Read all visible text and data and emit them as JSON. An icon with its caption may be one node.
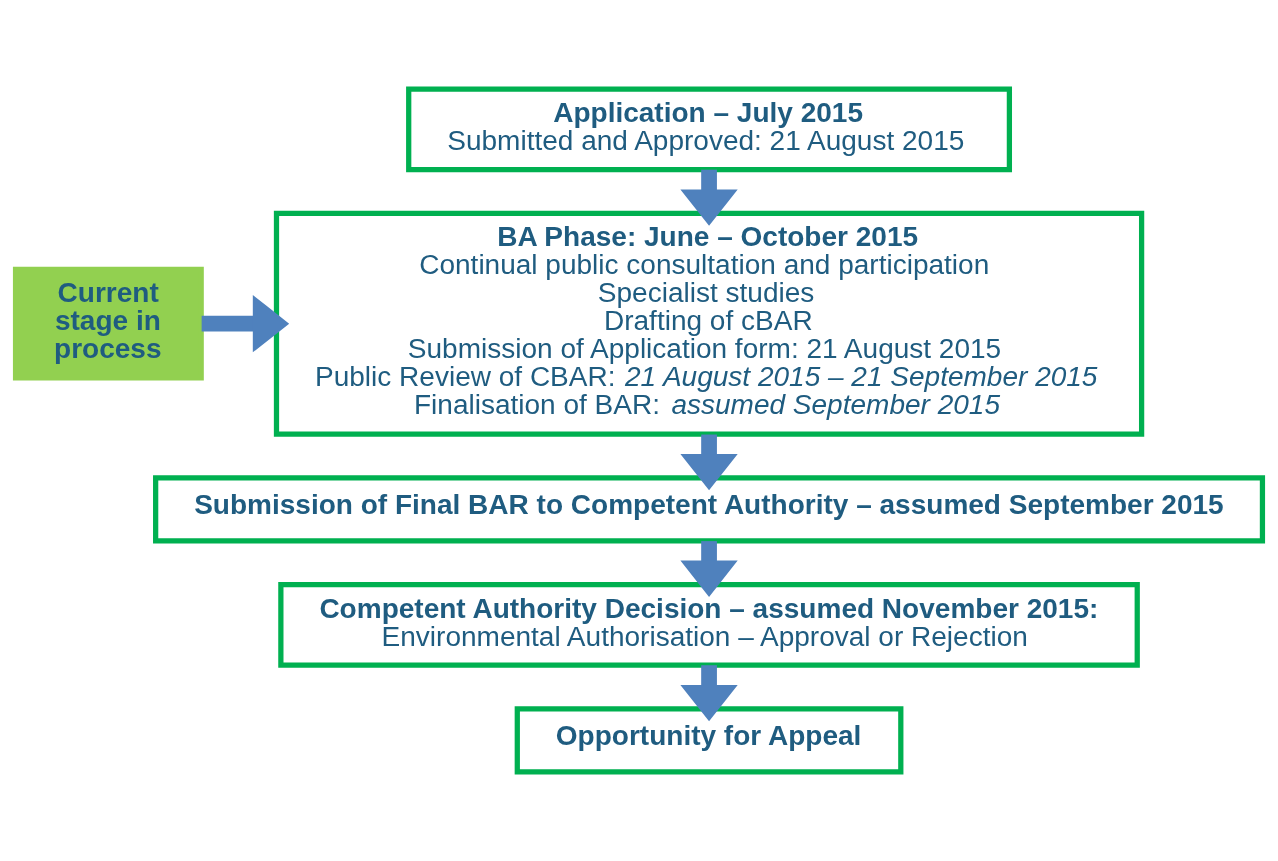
{
  "diagram": {
    "nodes": [
      {
        "text": [
          "Application – July 2015",
          "Submitted and Approved: 21 August 2015"
        ]
      },
      {
        "text": [
          "BA Phase: June – October 2015",
          "Continual public consultation and participation",
          "Specialist studies",
          "Drafting of cBAR",
          "Submission of Application form: 21 August 2015",
          "Public Review of CBAR: *21 August 2015 – 21 September 2015*",
          "Finalisation of BAR: *assumed September 2015*"
        ]
      },
      {
        "text": [
          "Current stage in process"
        ]
      },
      {
        "text": [
          "Submission of Final BAR to Competent Authority – assumed September 2015"
        ]
      },
      {
        "text": [
          "Competent Authority Decision – assumed November 2015:",
          "Environmental Authorisation – Approval or Rejection"
        ]
      },
      {
        "text": [
          "Opportunity for Appeal"
        ]
      }
    ],
    "edges": [
      {
        "from": 0,
        "to": 1,
        "arrow": "to"
      },
      {
        "from": 2,
        "to": 1,
        "arrow": "to"
      },
      {
        "from": 1,
        "to": 3,
        "arrow": "to"
      },
      {
        "from": 3,
        "to": 4,
        "arrow": "to"
      },
      {
        "from": 4,
        "to": 5,
        "arrow": "to"
      }
    ]
  }
}
